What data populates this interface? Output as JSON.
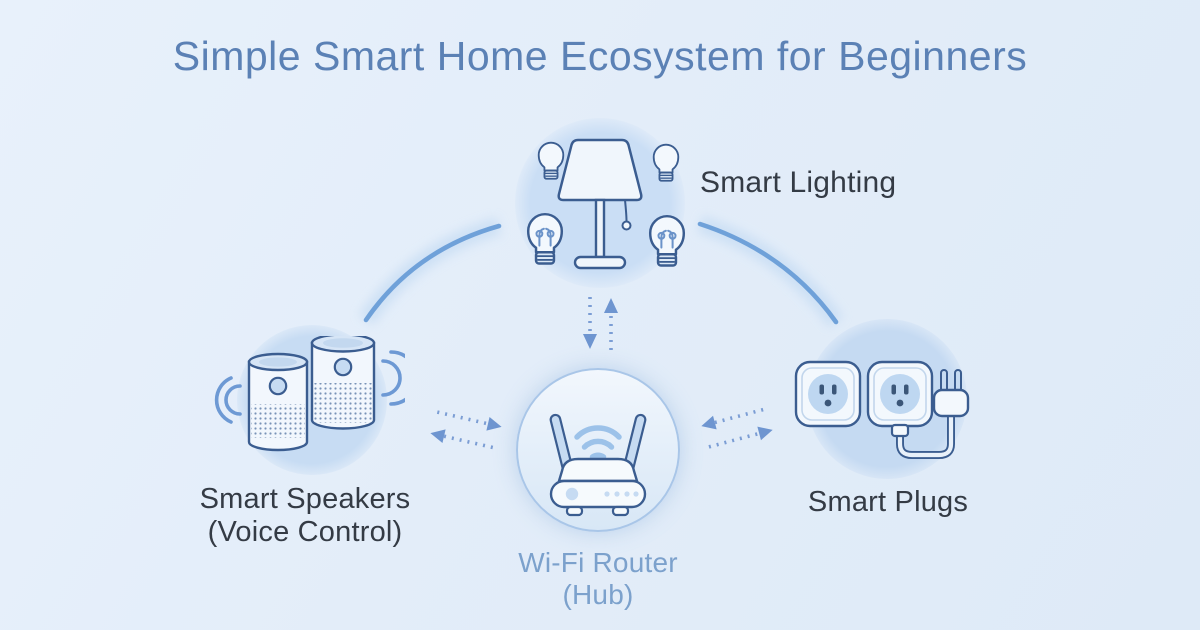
{
  "title": "Simple Smart Home Ecosystem for Beginners",
  "nodes": {
    "lighting": {
      "label": "Smart Lighting",
      "icon": "lamp-and-bulbs-icon"
    },
    "speakers": {
      "label_line1": "Smart Speakers",
      "label_line2": "(Voice Control)",
      "icon": "smart-speaker-pair-icon"
    },
    "plugs": {
      "label": "Smart Plugs",
      "icon": "wall-outlets-and-plug-icon"
    },
    "hub": {
      "label_line1": "Wi-Fi Router",
      "label_line2": "(Hub)",
      "icon": "wifi-router-icon"
    }
  },
  "connections": [
    {
      "from": "hub",
      "to": "lighting",
      "style": "dotted-double-arrow"
    },
    {
      "from": "hub",
      "to": "speakers",
      "style": "dotted-double-arrow"
    },
    {
      "from": "hub",
      "to": "plugs",
      "style": "dotted-double-arrow"
    },
    {
      "from": "speakers",
      "to": "lighting",
      "style": "solid-arc"
    },
    {
      "from": "lighting",
      "to": "plugs",
      "style": "solid-arc"
    }
  ],
  "colors": {
    "background": "#e3edf9",
    "title_text": "#5b81b5",
    "node_label_text": "#343b45",
    "hub_label_text": "#7ca1cc",
    "blob_fill": "#c7dcf3",
    "hub_circle_stroke": "#a9c6e8",
    "icon_outline": "#3b5d90",
    "icon_accent_fill": "#c6dbf2",
    "arc_stroke": "#6fa1d9",
    "dotted_arrow": "#7b9dd4"
  }
}
